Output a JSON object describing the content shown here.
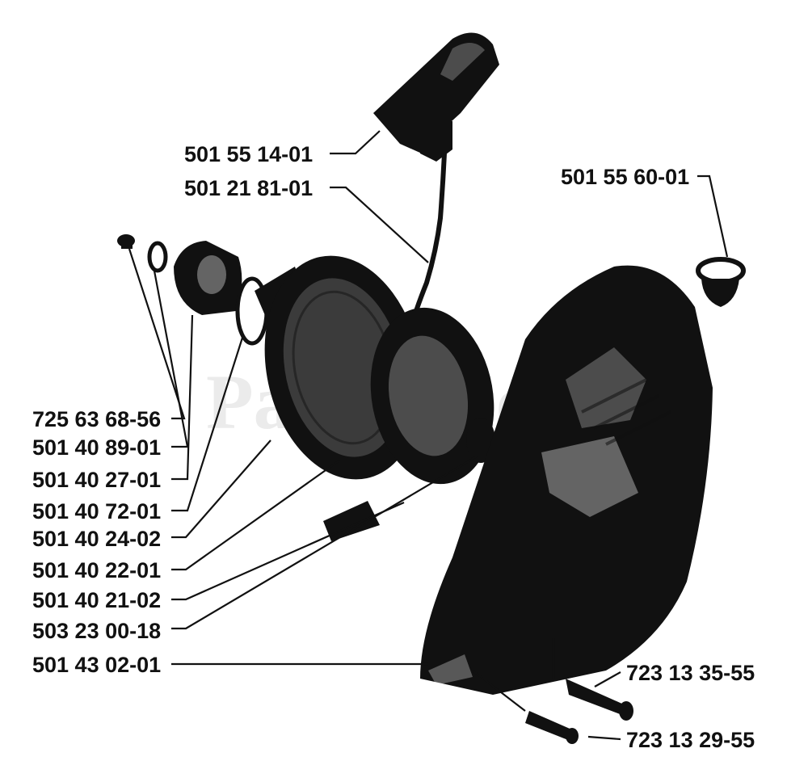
{
  "watermark": "PartsTree",
  "callouts": [
    {
      "part": "501 55 14-01"
    },
    {
      "part": "501 21 81-01"
    },
    {
      "part": "501 55 60-01"
    },
    {
      "part": "725 63 68-56"
    },
    {
      "part": "501 40 89-01"
    },
    {
      "part": "501 40 27-01"
    },
    {
      "part": "501 40 72-01"
    },
    {
      "part": "501 40 24-02"
    },
    {
      "part": "501 40 22-01"
    },
    {
      "part": "501 40 21-02"
    },
    {
      "part": "503 23 00-18"
    },
    {
      "part": "501 43 02-01"
    },
    {
      "part": "723 13 35-55"
    },
    {
      "part": "723 13 29-55"
    }
  ],
  "colors": {
    "ink": "#111111",
    "paper": "#ffffff",
    "watermark": "#dcdcdc"
  }
}
